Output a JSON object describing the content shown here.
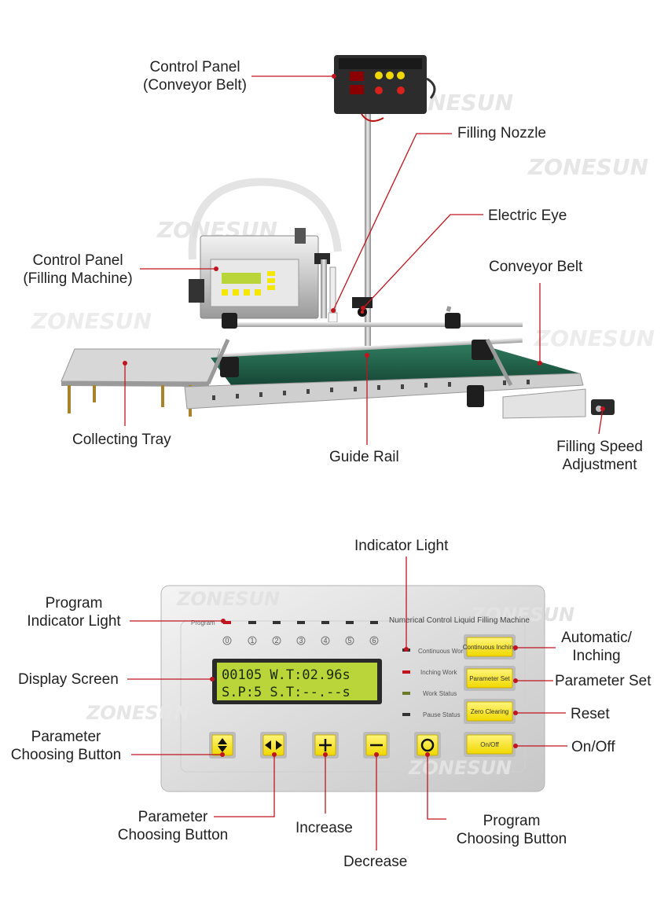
{
  "watermark": "ZONESUN",
  "top_labels": {
    "control_panel_conveyor": [
      "Control Panel",
      "(Conveyor Belt)"
    ],
    "filling_nozzle": "Filling Nozzle",
    "electric_eye": "Electric Eye",
    "control_panel_filling": [
      "Control Panel",
      "(Filling Machine)"
    ],
    "conveyor_belt": "Conveyor Belt",
    "collecting_tray": "Collecting Tray",
    "guide_rail": "Guide Rail",
    "filling_speed": [
      "Filling Speed",
      "Adjustment"
    ]
  },
  "bottom_labels": {
    "indicator_light": "Indicator Light",
    "program_indicator": [
      "Program",
      "Indicator Light"
    ],
    "display_screen": "Display Screen",
    "parameter_choosing_left": [
      "Parameter",
      "Choosing Button"
    ],
    "parameter_choosing_bottom": [
      "Parameter",
      "Choosing Button"
    ],
    "increase": "Increase",
    "decrease": "Decrease",
    "program_choosing": [
      "Program",
      "Choosing Button"
    ],
    "automatic_inching": [
      "Automatic/",
      "Inching"
    ],
    "parameter_set": "Parameter Set",
    "reset": "Reset",
    "on_off": "On/Off"
  },
  "panel": {
    "title": "Numerical Control Liquid Filling Machine",
    "program_label": "Program",
    "program_numbers": [
      "0",
      "1",
      "2",
      "3",
      "4",
      "5",
      "6"
    ],
    "status_labels": [
      "Continuous Work",
      "Inching Work",
      "Work Status",
      "Pause Status"
    ],
    "lcd_line1": "00105 W.T:02.96s",
    "lcd_line2": "S.P:5 S.T:--.--s",
    "right_buttons": [
      "Continuous Inching",
      "Parameter Set",
      "Zero Clearing",
      "On/Off"
    ],
    "bottom_button_icons": [
      "up-down-arrows-icon",
      "left-right-arrows-icon",
      "plus-icon",
      "minus-icon",
      "circle-icon"
    ]
  },
  "colors": {
    "callout_line": "#c0151f",
    "button_yellow": "#f5e800",
    "lcd_green": "#b9d53a",
    "belt_green": "#1d5e48"
  }
}
